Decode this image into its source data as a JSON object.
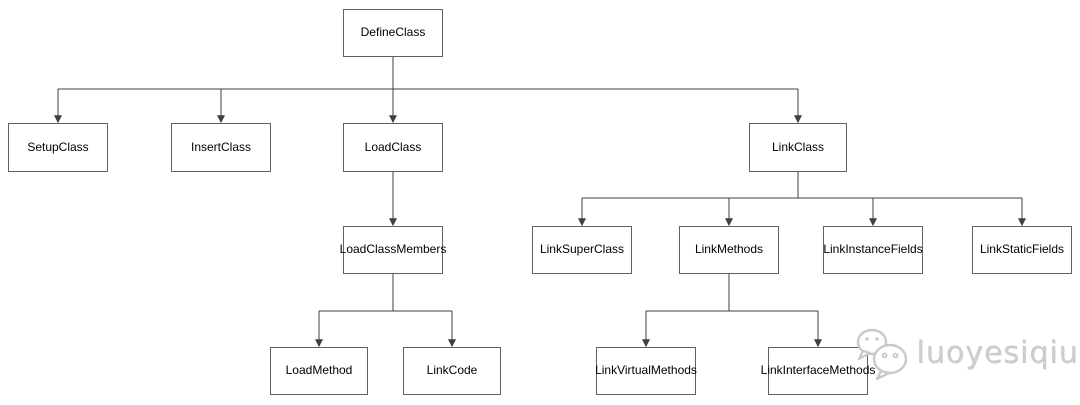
{
  "diagram": {
    "type": "flowchart",
    "nodes": [
      {
        "id": "define-class",
        "label": "DefineClass"
      },
      {
        "id": "setup-class",
        "label": "SetupClass"
      },
      {
        "id": "insert-class",
        "label": "InsertClass"
      },
      {
        "id": "load-class",
        "label": "LoadClass"
      },
      {
        "id": "link-class",
        "label": "LinkClass"
      },
      {
        "id": "load-class-members",
        "label": "LoadClassMembers"
      },
      {
        "id": "link-super-class",
        "label": "LinkSuperClass"
      },
      {
        "id": "link-methods",
        "label": "LinkMethods"
      },
      {
        "id": "link-instance-fields",
        "label": "LinkInstanceFields"
      },
      {
        "id": "link-static-fields",
        "label": "LinkStaticFields"
      },
      {
        "id": "load-method",
        "label": "LoadMethod"
      },
      {
        "id": "link-code",
        "label": "LinkCode"
      },
      {
        "id": "link-virtual-methods",
        "label": "LinkVirtualMethods"
      },
      {
        "id": "link-interface-methods",
        "label": "LinkInterfaceMethods"
      }
    ],
    "edges": [
      {
        "from": "DefineClass",
        "to": "SetupClass"
      },
      {
        "from": "DefineClass",
        "to": "InsertClass"
      },
      {
        "from": "DefineClass",
        "to": "LoadClass"
      },
      {
        "from": "DefineClass",
        "to": "LinkClass"
      },
      {
        "from": "LoadClass",
        "to": "LoadClassMembers"
      },
      {
        "from": "LoadClassMembers",
        "to": "LoadMethod"
      },
      {
        "from": "LoadClassMembers",
        "to": "LinkCode"
      },
      {
        "from": "LinkClass",
        "to": "LinkSuperClass"
      },
      {
        "from": "LinkClass",
        "to": "LinkMethods"
      },
      {
        "from": "LinkClass",
        "to": "LinkInstanceFields"
      },
      {
        "from": "LinkClass",
        "to": "LinkStaticFields"
      },
      {
        "from": "LinkMethods",
        "to": "LinkVirtualMethods"
      },
      {
        "from": "LinkMethods",
        "to": "LinkInterfaceMethods"
      }
    ]
  },
  "watermark": {
    "icon": "wechat-icon",
    "text": "luoyesiqiu"
  },
  "colors": {
    "background": "#ffffff",
    "box_fill": "#ffffff",
    "box_border": "#616161",
    "connector": "#3f3f3f",
    "label_text": "#000000",
    "watermark": "#cdcdcd"
  }
}
